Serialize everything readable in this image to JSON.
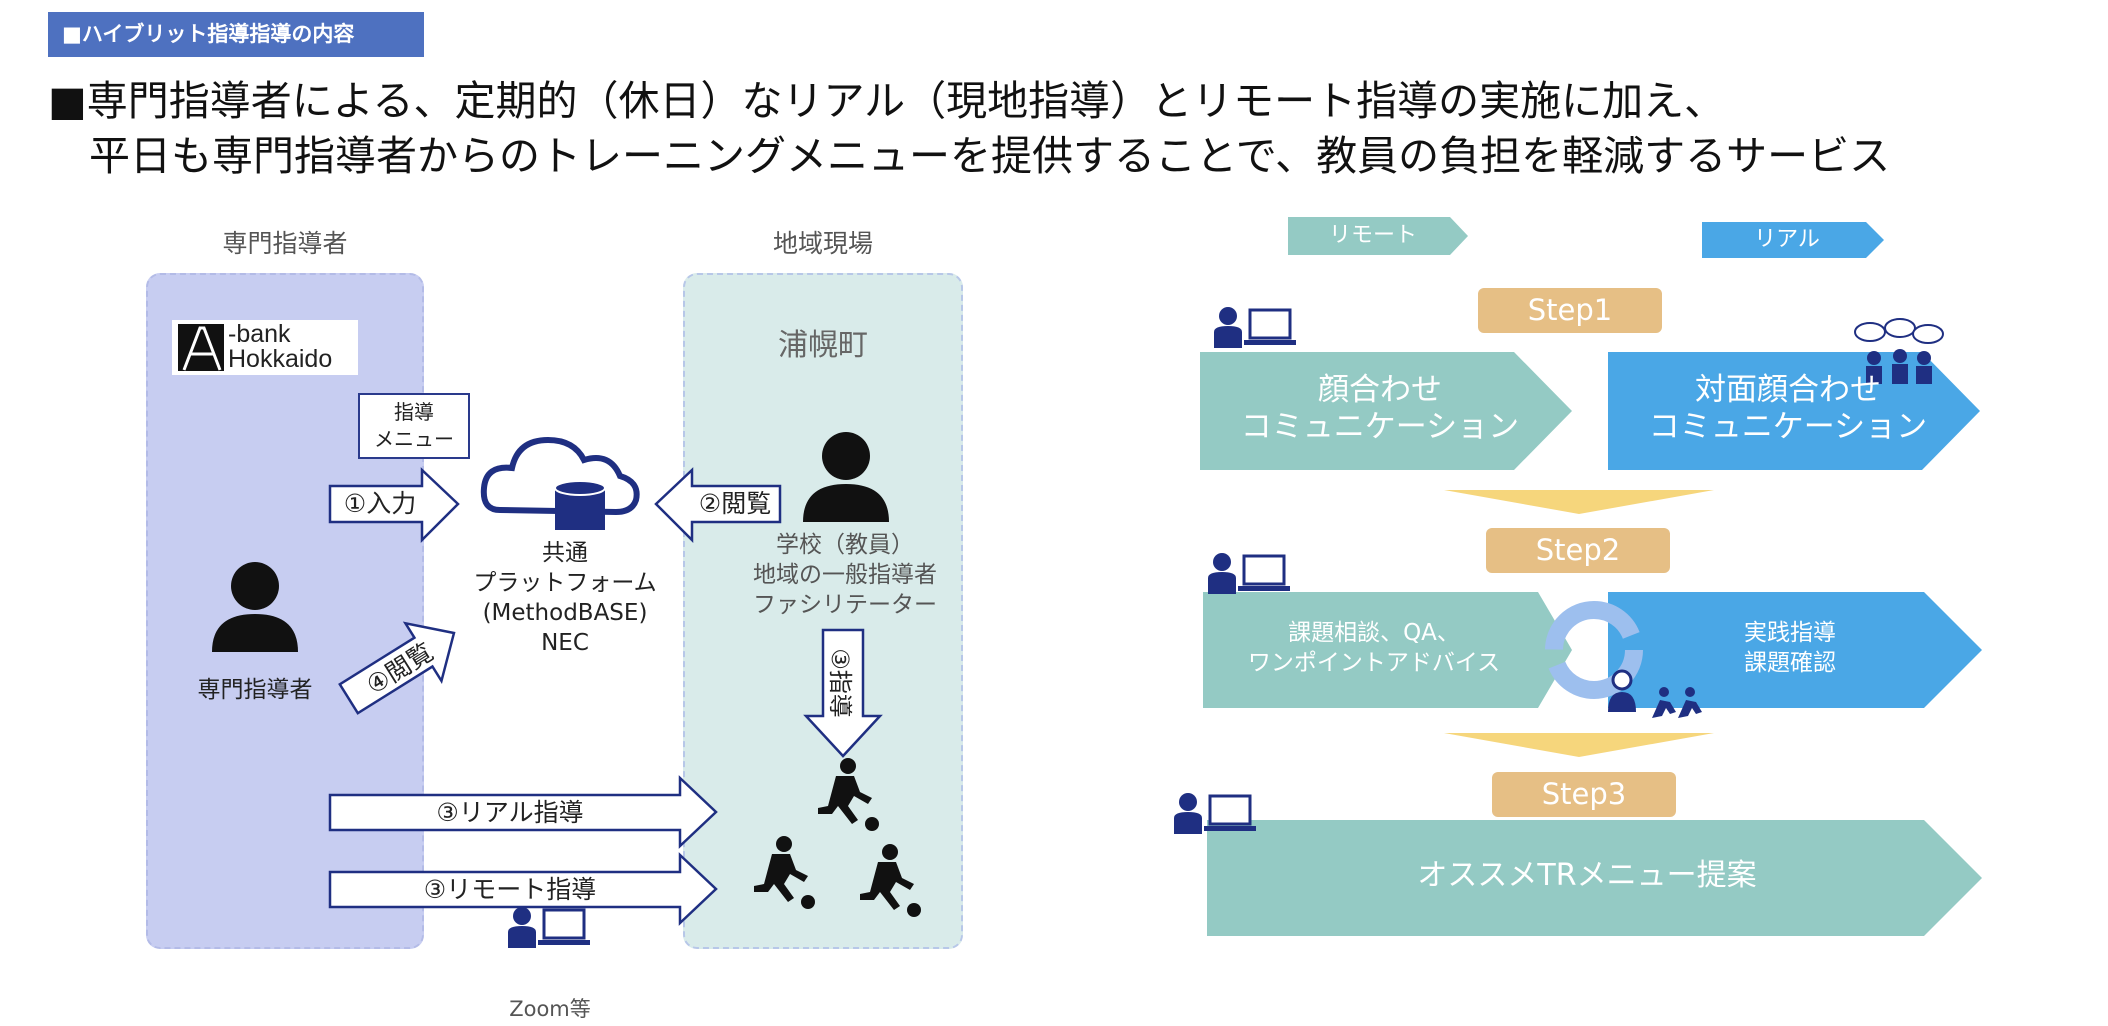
{
  "section_tag": "■ハイブリット指導指導の内容",
  "headline": {
    "line1": "■専門指導者による、定期的（休日）なリアル（現地指導）とリモート指導の実施に加え、",
    "line2": "　平日も専門指導者からのトレーニングメニューを提供することで、教員の負担を軽減するサービス"
  },
  "left_diagram": {
    "col_expert": "専門指導者",
    "col_site": "地域現場",
    "logo_text": "-bank\nHokkaido",
    "menu_note": "指導\nメニュー",
    "arrow_input": "①入力",
    "arrow_view2": "②閲覧",
    "arrow_view4": "④閲覧",
    "arrow_guide3": "③指導",
    "arrow_real": "③リアル指導",
    "arrow_remote": "③リモート指導",
    "platform": "共通\nプラットフォーム\n(MethodBASE)\nNEC",
    "expert_label": "専門指導者",
    "town": "浦幌町",
    "site_people": "学校（教員）\n地域の一般指導者\nファシリテーター",
    "zoom": "Zoom等"
  },
  "right_diagram": {
    "header_remote": "リモート",
    "header_real": "リアル",
    "step1": {
      "badge": "Step1",
      "remote": "顔合わせ\nコミュニケーション",
      "real": "対面顔合わせ\nコミュニケーション"
    },
    "step2": {
      "badge": "Step2",
      "remote": "課題相談、QA、\nワンポイントアドバイス",
      "real": "実践指導\n課題確認"
    },
    "step3": {
      "badge": "Step3",
      "remote": "オススメTRメニュー提案"
    }
  },
  "colors": {
    "tag_blue": "#4e71c0",
    "teal": "#94cac4",
    "blue": "#4aa7e6",
    "yellow_bg": "#fdf7c6",
    "badge": "#e6bf85",
    "navy": "#1f2f82"
  }
}
